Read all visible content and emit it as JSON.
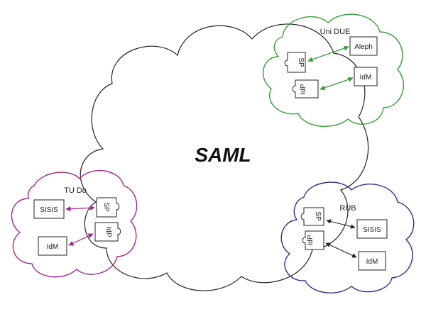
{
  "diagram": {
    "center_label": "SAML",
    "clouds": {
      "uni_due": {
        "title": "Uni DUE",
        "color": "#3a9c3a",
        "components": {
          "aleph": "Aleph",
          "sp": "SP",
          "idm": "IdM",
          "idp": "IdP"
        }
      },
      "tu_do": {
        "title": "TU Do",
        "color": "#9c2a8c",
        "components": {
          "sisis": "SISIS",
          "sp": "SP",
          "idm": "IdM",
          "idp": "IdP"
        }
      },
      "rub": {
        "title": "RUB",
        "color": "#3b2a8c",
        "components": {
          "sp": "SP",
          "sisis": "SISIS",
          "idp": "IdP",
          "idm": "IdM"
        }
      }
    }
  }
}
